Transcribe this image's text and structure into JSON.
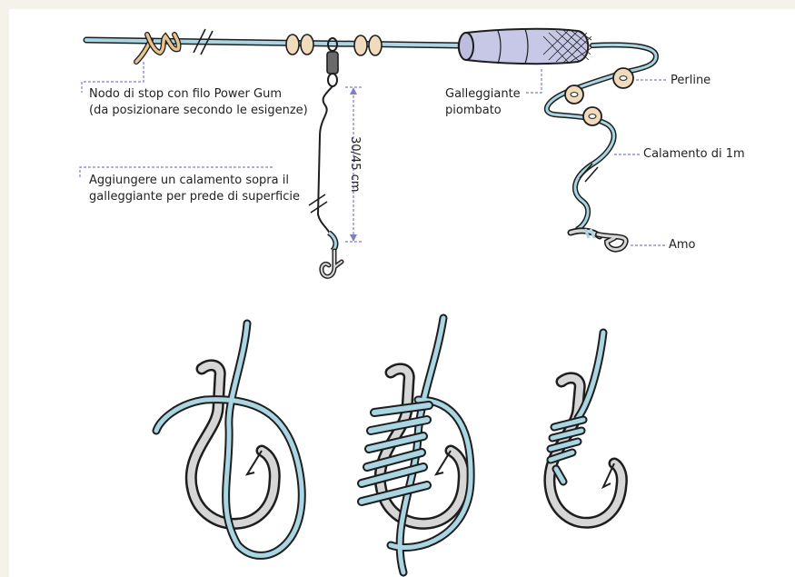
{
  "labels": {
    "stop_knot_line1": "Nodo di stop con filo Power Gum",
    "stop_knot_line2": "(da posizionare secondo le esigenze)",
    "extra_leader_line1": "Aggiungere un calamento sopra il",
    "extra_leader_line2": "galleggiante per prede di superficie",
    "float_line1": "Galleggiante",
    "float_line2": "piombato",
    "beads": "Perline",
    "leader": "Calamento di 1m",
    "hook": "Amo",
    "dimension": "30/45 cm"
  },
  "colors": {
    "page_background": "#f4f2ea",
    "panel": "#ffffff",
    "line_blue": "#a9d6e2",
    "outline": "#1e1e1e",
    "hook_grey": "#d6d6d6",
    "float_purple": "#c7c7e6",
    "bead_tan": "#f0dcbc",
    "stop_knot_tan": "#e9c48e",
    "guide_dash": "#7f7fc8"
  }
}
